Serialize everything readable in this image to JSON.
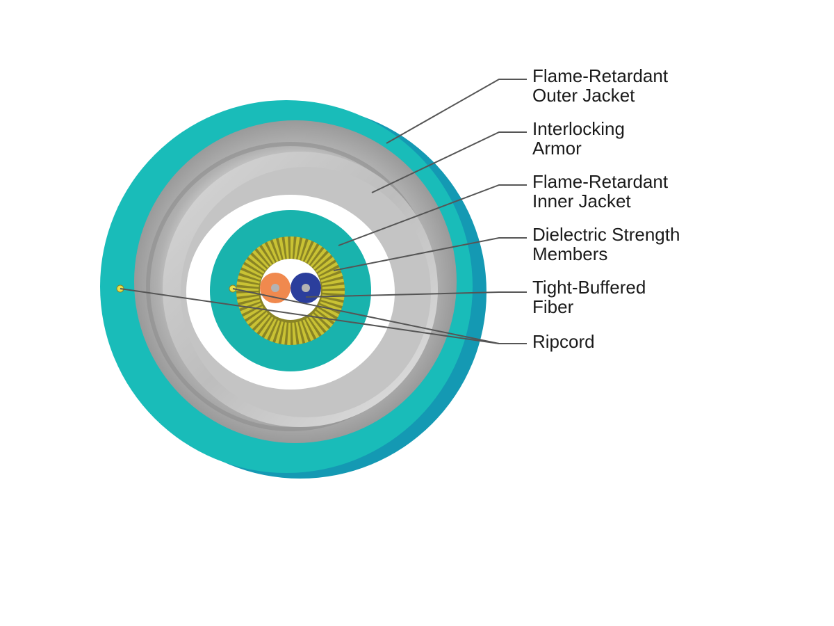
{
  "labels": [
    {
      "id": "outer-jacket",
      "line1": "Flame-Retardant",
      "line2": "Outer Jacket"
    },
    {
      "id": "armor",
      "line1": "Interlocking",
      "line2": "Armor"
    },
    {
      "id": "inner-jacket",
      "line1": "Flame-Retardant",
      "line2": "Inner Jacket"
    },
    {
      "id": "strength-members",
      "line1": "Dielectric Strength",
      "line2": "Members"
    },
    {
      "id": "fiber",
      "line1": "Tight-Buffered",
      "line2": "Fiber"
    },
    {
      "id": "ripcord",
      "line1": "Ripcord",
      "line2": ""
    }
  ],
  "colors": {
    "outer_jacket": "#19bcb9",
    "outer_jacket_side": "#1499b3",
    "armor": "#a6a6a6",
    "inner_jacket": "#19b3ad",
    "strength_members": "#c9c234",
    "fiber_orange": "#f0894e",
    "fiber_blue": "#2b3e9c",
    "ripcord": "#e8e04a"
  }
}
